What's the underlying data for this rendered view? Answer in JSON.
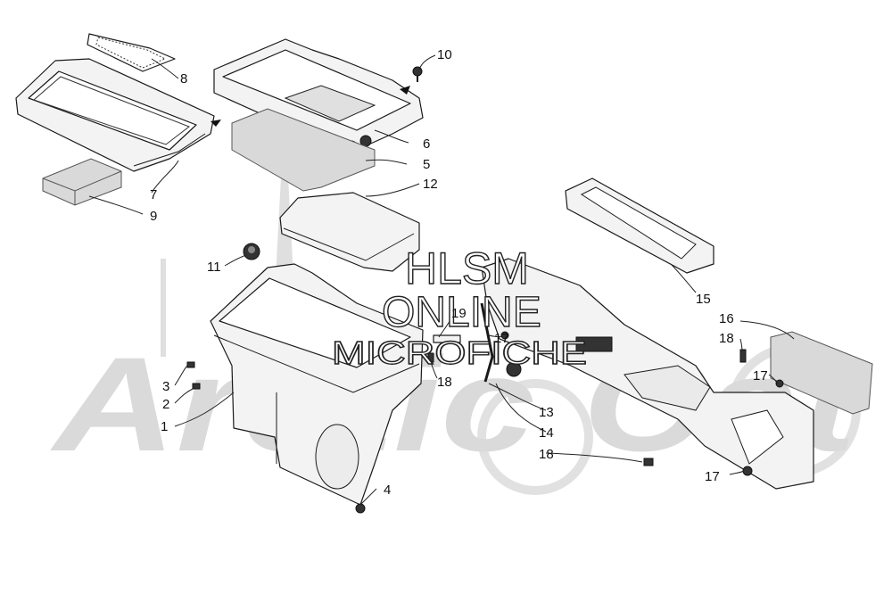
{
  "watermark": {
    "brand": "Arctic Cat",
    "line1": "HLSM",
    "line2": "ONLINE",
    "line3": "MICROFICHE"
  },
  "callouts": [
    {
      "id": "1",
      "label": "1"
    },
    {
      "id": "2",
      "label": "2"
    },
    {
      "id": "3",
      "label": "3"
    },
    {
      "id": "4",
      "label": "4"
    },
    {
      "id": "5",
      "label": "5"
    },
    {
      "id": "6",
      "label": "6"
    },
    {
      "id": "7",
      "label": "7"
    },
    {
      "id": "8",
      "label": "8"
    },
    {
      "id": "9",
      "label": "9"
    },
    {
      "id": "10",
      "label": "10"
    },
    {
      "id": "11",
      "label": "11"
    },
    {
      "id": "12",
      "label": "12"
    },
    {
      "id": "13",
      "label": "13"
    },
    {
      "id": "14",
      "label": "14"
    },
    {
      "id": "15",
      "label": "15"
    },
    {
      "id": "16",
      "label": "16"
    },
    {
      "id": "17a",
      "label": "17"
    },
    {
      "id": "17b",
      "label": "17"
    },
    {
      "id": "17c",
      "label": "17"
    },
    {
      "id": "18a",
      "label": "18"
    },
    {
      "id": "18b",
      "label": "18"
    },
    {
      "id": "18c",
      "label": "18"
    },
    {
      "id": "19",
      "label": "19"
    }
  ]
}
